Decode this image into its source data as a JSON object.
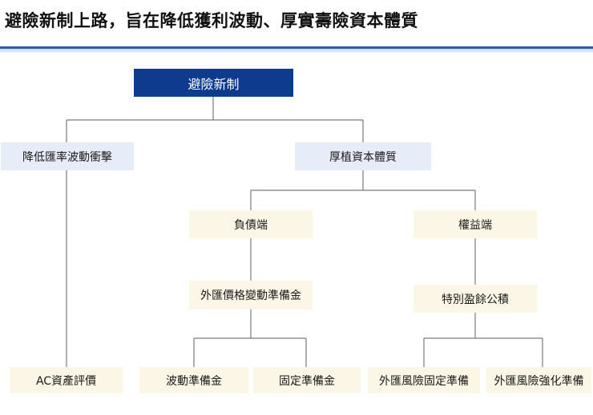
{
  "title": "避險新制上路，旨在降低獲利波動、厚實壽險資本體質",
  "accent_color": "#0f3b8f",
  "diagram": {
    "root": "避險新制",
    "branch_left": "降低匯率波動衝擊",
    "branch_right": "厚植資本體質",
    "liability_side": "負債端",
    "equity_side": "權益端",
    "fx_reserve": "外匯價格變動準備金",
    "special_surplus": "特別盈餘公積",
    "leaf_ac": "AC資產評價",
    "leaf_volatility_reserve": "波動準備金",
    "leaf_fixed_reserve": "固定準備金",
    "leaf_fx_risk_fixed": "外匯風險固定準備",
    "leaf_fx_risk_strengthen": "外匯風險強化準備"
  }
}
